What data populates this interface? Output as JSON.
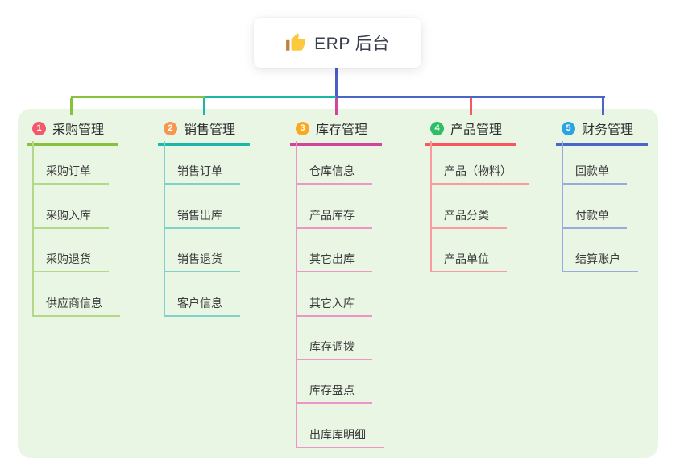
{
  "root": {
    "label": "ERP 后台",
    "icon": "thumbs-up-icon",
    "line_color": "#4a5fc8"
  },
  "panel_color": "#e9f6e4",
  "branches": [
    {
      "badge": "1",
      "label": "采购管理",
      "badge_color": "#f3586b",
      "color": "#88c13e",
      "light_color": "#b3d887",
      "children": [
        "采购订单",
        "采购入库",
        "采购退货",
        "供应商信息"
      ]
    },
    {
      "badge": "2",
      "label": "销售管理",
      "badge_color": "#f7964e",
      "color": "#1db6aa",
      "light_color": "#7fd2c9",
      "children": [
        "销售订单",
        "销售出库",
        "销售退货",
        "客户信息"
      ]
    },
    {
      "badge": "3",
      "label": "库存管理",
      "badge_color": "#fba722",
      "color": "#d2459b",
      "light_color": "#ef94c7",
      "children": [
        "仓库信息",
        "产品库存",
        "其它出库",
        "其它入库",
        "库存调拨",
        "库存盘点",
        "出库库明细"
      ]
    },
    {
      "badge": "4",
      "label": "产品管理",
      "badge_color": "#2fbe63",
      "color": "#f8575f",
      "light_color": "#fb9ba1",
      "children": [
        "产品（物料）",
        "产品分类",
        "产品单位"
      ]
    },
    {
      "badge": "5",
      "label": "财务管理",
      "badge_color": "#29a5e1",
      "color": "#4a66c8",
      "light_color": "#97abdf",
      "children": [
        "回款单",
        "付款单",
        "结算账户"
      ]
    }
  ]
}
